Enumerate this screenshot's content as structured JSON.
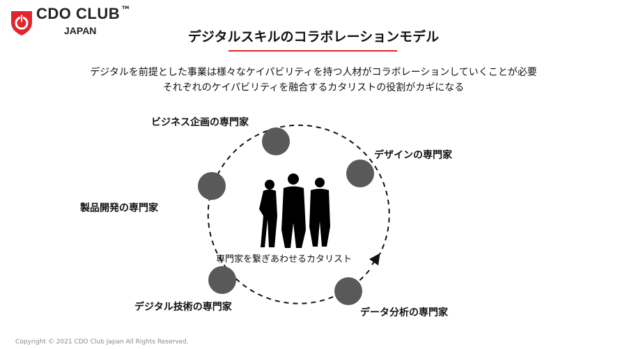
{
  "logo": {
    "name": "CDO CLUB",
    "sub": "JAPAN",
    "tm": "TM"
  },
  "title": "デジタルスキルのコラボレーションモデル",
  "subtitle_lines": [
    "デジタルを前提とした事業は様々なケイパビリティを持つ人材がコラボレーションしていくことが必要",
    "それぞれのケイパビリティを融合するカタリストの役割がカギになる"
  ],
  "nodes": {
    "business": "ビジネス企画の専門家",
    "design": "デザインの専門家",
    "product": "製品開発の専門家",
    "tech": "デジタル技術の専門家",
    "data": "データ分析の専門家"
  },
  "catalyst": "専門家を繋ぎあわせるカタリスト",
  "copyright": "Copyright © 2021 CDO Club Japan All Rights Reserved.",
  "colors": {
    "accent": "#e02020",
    "node": "#595959"
  }
}
